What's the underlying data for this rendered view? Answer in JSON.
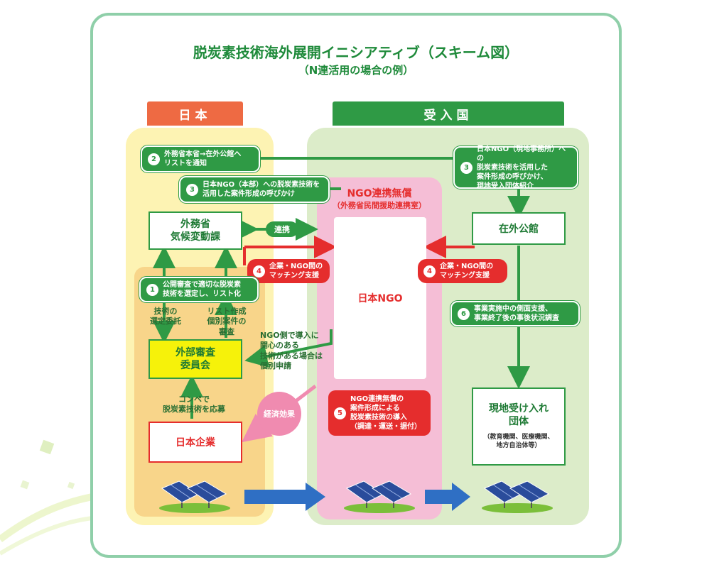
{
  "title": "脱炭素技術海外展開イニシアティブ（スキーム図）",
  "subtitle": "（N連活用の場合の例）",
  "columns": {
    "japan": "日本",
    "recipient": "受入国"
  },
  "boxes": {
    "mofa": "外務省\n気候変動課",
    "review_committee": "外部審査\n委員会",
    "jp_company": "日本企業",
    "ngo_title": "NGO連携無償",
    "ngo_subtitle": "（外務省民間援助連携室）",
    "jp_ngo": "日本NGO",
    "embassy": "在外公館",
    "local_org": "現地受け入れ\n団体",
    "local_org_note": "（教育機関、医療機関、\n地方自治体等）"
  },
  "steps": {
    "s1_num": "1",
    "s1": "公開審査で適切な脱炭素\n技術を選定し、リスト化",
    "s2_num": "2",
    "s2": "外務省本省→在外公館へ\nリストを通知",
    "s3a_num": "3",
    "s3a": "日本NGO（本部）への脱炭素技術を\n活用した案件形成の呼びかけ",
    "s3b_num": "3",
    "s3b": "日本NGO（現地事務所）への\n脱炭素技術を活用した\n案件形成の呼びかけ、\n現地受入団体紹介",
    "s4a_num": "4",
    "s4a": "企業・NGO間の\nマッチング支援",
    "s4b_num": "4",
    "s4b": "企業・NGO間の\nマッチング支援",
    "s5_num": "5",
    "s5": "NGO連携無償の\n案件形成による\n脱炭素技術の導入\n（調達・運送・据付）",
    "s6_num": "6",
    "s6": "事業実施中の側面支援、\n事業終了後の事後状況調査"
  },
  "labels": {
    "renkei": "連携",
    "tech_selection": "技術の\n選定委託",
    "list_review": "リスト作成\n個別案件の\n審査",
    "ngo_apply": "NGO側で導入に\n関心のある\n技術がある場合は\n個別申請",
    "compe": "コンペで\n脱炭素技術を応募",
    "economic_effect": "経済効果"
  },
  "icons": [
    "solar-panel-icon",
    "solar-panel-icon",
    "solar-panel-icon"
  ],
  "colors": {
    "green": "#2f9a45",
    "red": "#e52d2d",
    "japan_header": "#ee6a43",
    "japan_bg_outer": "#fdf3b3",
    "japan_bg_inner": "#f8d58a",
    "recipient_bg": "#dcecc9",
    "ngo_bg": "#f5bed6",
    "blue_arrow": "#2f6fc4"
  }
}
